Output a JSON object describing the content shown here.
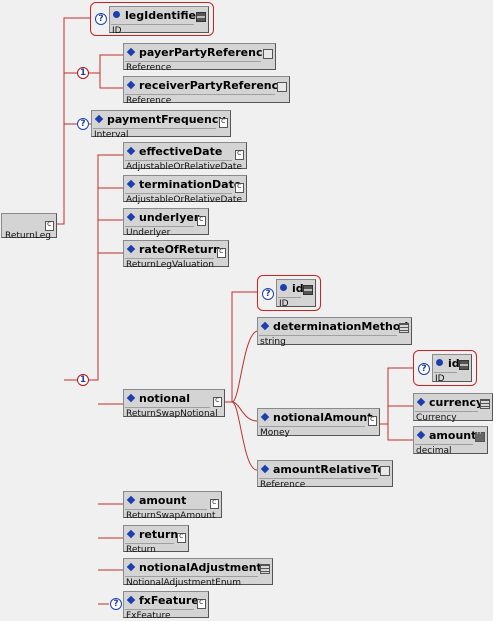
{
  "root": {
    "type": "ReturnLeg"
  },
  "nodes": {
    "legIdentifier": {
      "name": "legIdentifier",
      "type": "ID"
    },
    "payerPartyReference": {
      "name": "payerPartyReference",
      "type": "Reference"
    },
    "receiverPartyReference": {
      "name": "receiverPartyReference",
      "type": "Reference"
    },
    "paymentFrequency": {
      "name": "paymentFrequency",
      "type": "Interval"
    },
    "effectiveDate": {
      "name": "effectiveDate",
      "type": "AdjustableOrRelativeDate"
    },
    "terminationDate": {
      "name": "terminationDate",
      "type": "AdjustableOrRelativeDate"
    },
    "underlyer": {
      "name": "underlyer",
      "type": "Underlyer"
    },
    "rateOfReturn": {
      "name": "rateOfReturn",
      "type": "ReturnLegValuation"
    },
    "notionalId": {
      "name": "id",
      "type": "ID"
    },
    "determinationMethod": {
      "name": "determinationMethod",
      "type": "string"
    },
    "notional": {
      "name": "notional",
      "type": "ReturnSwapNotional"
    },
    "notionalAmount": {
      "name": "notionalAmount",
      "type": "Money"
    },
    "moneyId": {
      "name": "id",
      "type": "ID"
    },
    "currency": {
      "name": "currency",
      "type": "Currency"
    },
    "amountDecimal": {
      "name": "amount",
      "type": "decimal"
    },
    "amountRelativeTo": {
      "name": "amountRelativeTo",
      "type": "Reference"
    },
    "amount": {
      "name": "amount",
      "type": "ReturnSwapAmount"
    },
    "return": {
      "name": "return",
      "type": "Return"
    },
    "notionalAdjustments": {
      "name": "notionalAdjustments",
      "type": "NotionalAdjustmentEnum"
    },
    "fxFeature": {
      "name": "fxFeature",
      "type": "FxFeature"
    }
  },
  "symbols": {
    "optional": "?",
    "sequence": "1"
  },
  "colors": {
    "wire": "#c0302b",
    "accent": "#1b3faf"
  }
}
